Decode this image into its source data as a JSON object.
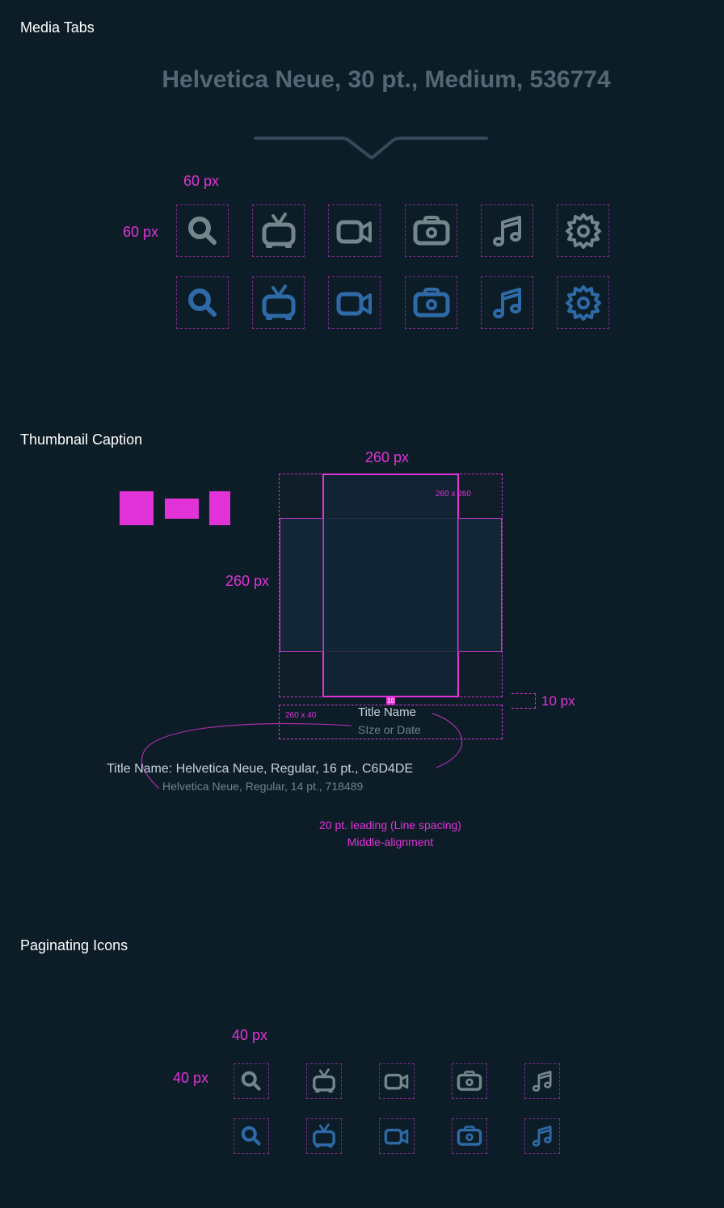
{
  "sections": {
    "media_tabs": {
      "title": "Media Tabs",
      "font_spec": "Helvetica Neue, 30 pt., Medium, 536774",
      "width_label": "60 px",
      "height_label": "60 px",
      "icons": [
        "search-icon",
        "tv-icon",
        "video-camera-icon",
        "camera-icon",
        "music-note-icon",
        "gear-icon"
      ],
      "colors": {
        "inactive": "#75858c",
        "active": "#2e6aa8"
      }
    },
    "thumbnail_caption": {
      "title": "Thumbnail Caption",
      "width_label": "260 px",
      "height_label": "260 px",
      "thumb_size_label": "260 x 260",
      "gap_badge": "10",
      "gap_label": "10 px",
      "caption_size_label": "260 x 40",
      "caption_title": "Title Name",
      "caption_subtitle": "SIze or Date",
      "title_spec": "Title Name: Helvetica Neue, Regular, 16 pt., C6D4DE",
      "subtitle_spec": "Helvetica Neue, Regular, 14 pt., 718489",
      "leading_note": "20 pt. leading (Line spacing)",
      "alignment_note": "Middle-alignment"
    },
    "paginating_icons": {
      "title": "Paginating Icons",
      "width_label": "40 px",
      "height_label": "40 px",
      "icons": [
        "search-icon",
        "tv-icon",
        "video-camera-icon",
        "camera-icon",
        "music-note-icon"
      ]
    }
  },
  "colors": {
    "background": "#0d1d28",
    "annotation": "#e133d8",
    "divider": "#34495c"
  }
}
